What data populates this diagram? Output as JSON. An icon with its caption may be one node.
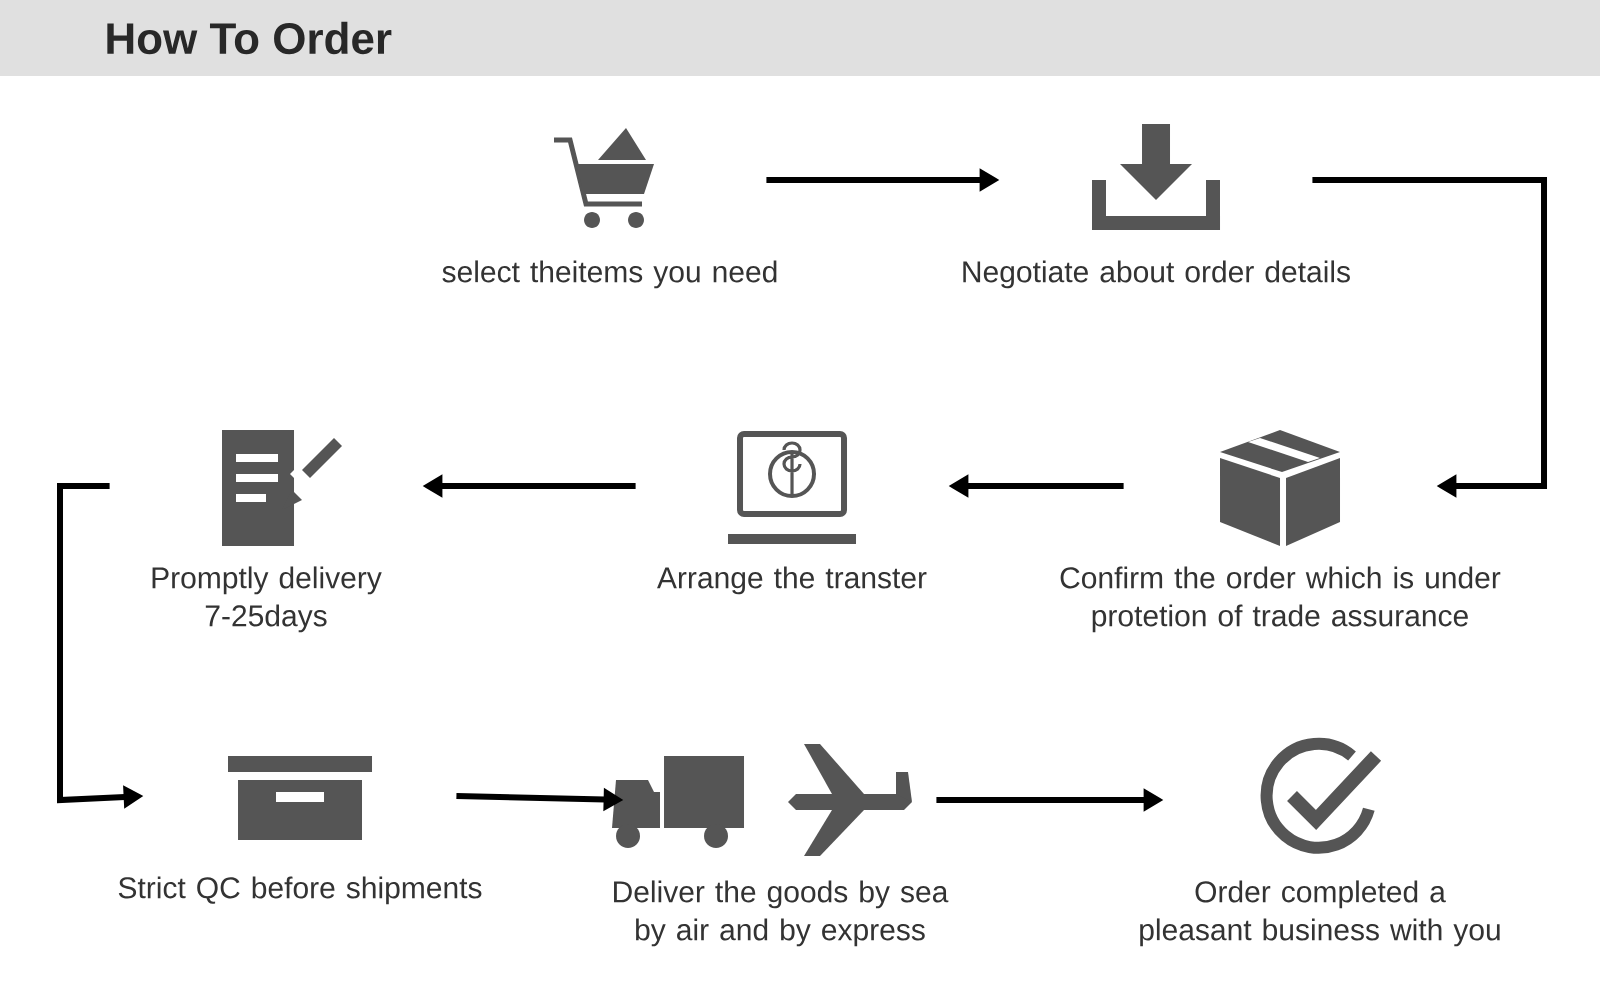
{
  "diagram": {
    "title": "How To Order",
    "nodes": [
      {
        "text": [
          "select theitems you need"
        ]
      },
      {
        "text": [
          "Negotiate about order details"
        ]
      },
      {
        "text": [
          "Confirm the order which is under protetion of trade assurance"
        ]
      },
      {
        "text": [
          "Arrange the transter"
        ]
      },
      {
        "text": [
          "Promptly delivery 7-25days"
        ]
      },
      {
        "text": [
          "Strict QC before shipments"
        ]
      },
      {
        "text": [
          "Deliver the goods by sea by air and by express"
        ]
      },
      {
        "text": [
          "Order completed a pleasant business with you"
        ]
      }
    ],
    "edges": [
      {
        "from": 0,
        "to": 1,
        "arrow": "to"
      },
      {
        "from": 1,
        "to": 2,
        "arrow": "to"
      },
      {
        "from": 2,
        "to": 3,
        "arrow": "to"
      },
      {
        "from": 3,
        "to": 4,
        "arrow": "to"
      },
      {
        "from": 4,
        "to": 5,
        "arrow": "to"
      },
      {
        "from": 5,
        "to": 6,
        "arrow": "to"
      },
      {
        "from": 6,
        "to": 7,
        "arrow": "to"
      }
    ]
  }
}
